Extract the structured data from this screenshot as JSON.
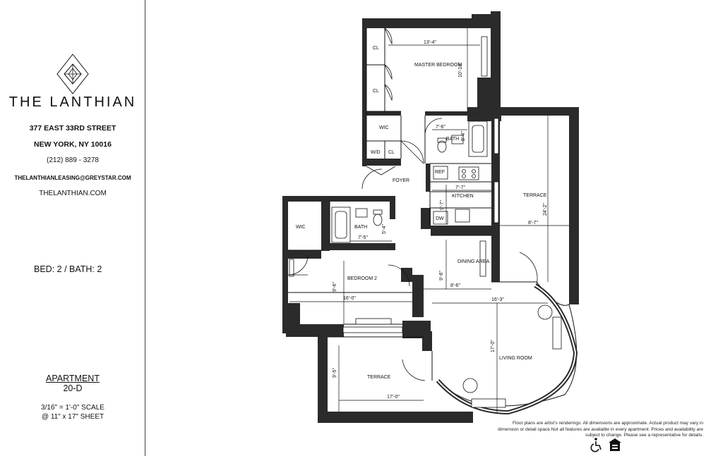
{
  "building": {
    "name": "THE LANTHIAN",
    "address_line1": "377 EAST 33RD STREET",
    "address_line2": "NEW YORK, NY 10016",
    "phone": "(212) 889 - 3278",
    "email": "THELANTHIANLEASING@GREYSTAR.COM",
    "website": "THELANTHIAN.COM"
  },
  "unit": {
    "bed_bath": "BED:  2  /  BATH: 2",
    "apartment_label": "APARTMENT",
    "apartment_number": "20-D",
    "scale_line1": "3/16\" = 1'-0\" SCALE",
    "scale_line2": "@ 11\" x 17\" SHEET"
  },
  "rooms": {
    "master_bedroom": "MASTER BEDROOM",
    "master_bedroom_w": "13'-4\"",
    "master_bedroom_h": "10'-10\"",
    "cl1": "CL",
    "cl2": "CL",
    "cl3": "CL",
    "wic1": "WIC",
    "wd": "W/D",
    "bath1": "BATH",
    "bath1_w": "7'-6\"",
    "bath1_h": "5'-4\"",
    "foyer": "FOYER",
    "ref": "REF",
    "kitchen": "KITCHEN",
    "kitchen_w": "7'-7\"",
    "kitchen_h": "9'-7\"",
    "dw": "DW",
    "terrace1": "TERRACE",
    "terrace1_w": "8'-7\"",
    "terrace1_h": "24'-2\"",
    "wic2": "WIC",
    "bath2": "BATH",
    "bath2_w": "7'-5\"",
    "bath2_h": "5'-4\"",
    "bedroom2": "BEDROOM 2",
    "bedroom2_w": "16'-0\"",
    "bedroom2_h": "9'-6\"",
    "dining": "DINING AREA",
    "dining_w": "8'-6\"",
    "dining_h": "9'-6\"",
    "living": "LIVING ROOM",
    "living_w": "16'-3\"",
    "living_h": "17'-0\"",
    "terrace2": "TERRACE",
    "terrace2_w": "17'-0\"",
    "terrace2_h": "9'-5\""
  },
  "disclaimer": "Floor plans are artist's renderings. All dimensions are approximate. Actual product may vary in dimension or detail space.Not all features are available in every apartment. Prices and availability are subject to change. Please see a representative for details.",
  "colors": {
    "wall": "#2b2b2b",
    "line": "#111111"
  },
  "icons": [
    "diamond-logo-icon",
    "wheelchair-accessibility-icon",
    "equal-housing-icon"
  ]
}
